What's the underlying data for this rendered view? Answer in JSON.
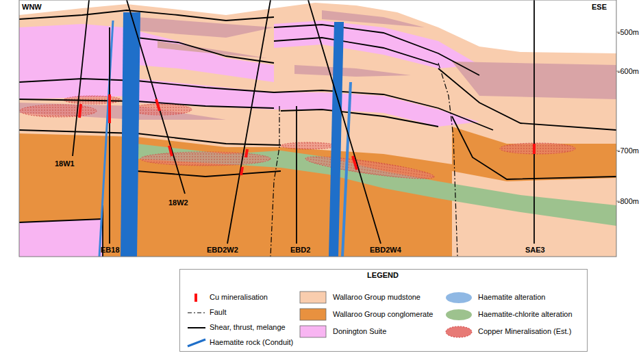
{
  "diagram": {
    "labels": [
      "WNW",
      "ESE",
      "-500m",
      "-600m",
      "-700m",
      "-800m",
      "18W1",
      "18W2",
      "EB18",
      "EBD2W2",
      "EBD2",
      "EBD2W4",
      "SAE3",
      "LEGEND"
    ],
    "legend": [
      {
        "text": "Cu mineralisation"
      },
      {
        "text": "Fault"
      },
      {
        "text": "Shear, thrust, melange"
      },
      {
        "text": "Haematite rock (Conduit)"
      },
      {
        "text": "Wallaroo Group mudstone",
        "color": "#F9CDAE"
      },
      {
        "text": "Wallaroo Group conglomerate",
        "color": "#E8913F"
      },
      {
        "text": "Donington Suite",
        "color": "#F8B5F2"
      },
      {
        "text": "Haematite alteration",
        "color": "#8FB8E4"
      },
      {
        "text": "Haematite-chlorite alteration",
        "color": "#9DC28E"
      },
      {
        "text": "Copper Mineralisation (Est.)",
        "color": "#E77A76"
      }
    ]
  }
}
